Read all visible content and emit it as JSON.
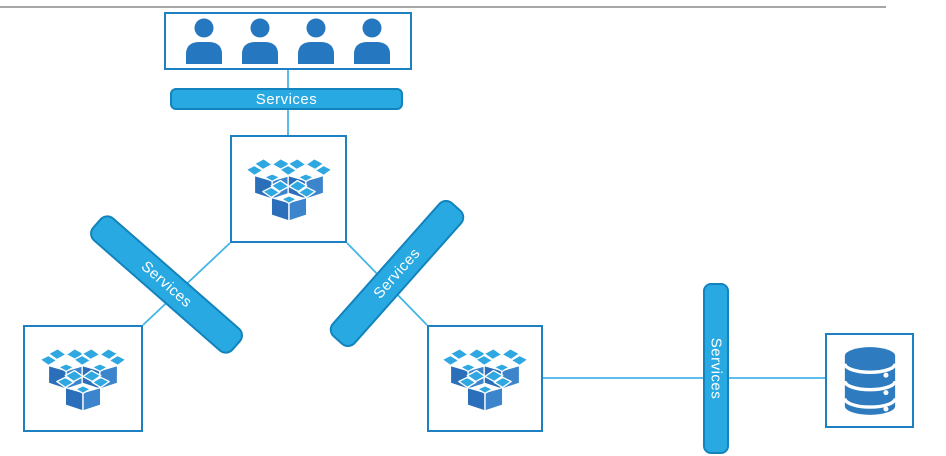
{
  "diagram": {
    "type": "microservices-architecture",
    "nodes": {
      "users": {
        "icon": "user-group-icon",
        "user_count": 4
      },
      "service_center": {
        "icon": "packages-icon"
      },
      "service_left": {
        "icon": "packages-icon"
      },
      "service_right": {
        "icon": "packages-icon"
      },
      "database": {
        "icon": "database-icon"
      }
    },
    "bars": {
      "top": {
        "label": "Services"
      },
      "left": {
        "label": "Services"
      },
      "right": {
        "label": "Services"
      },
      "vertical": {
        "label": "Services"
      }
    }
  },
  "colors": {
    "page_bg": "#ffffff",
    "rule": "#a6a6a6",
    "bar_fill": "#29a9e1",
    "bar_border": "#1283bd",
    "bar_text": "#ffffff",
    "box_border": "#1c80c2",
    "connector": "#45b5e7",
    "person": "#2577bf",
    "package_light": "#2fa7e0",
    "package_dark": "#2b6fba",
    "package_mid": "#3c85cc",
    "database": "#2e7bc0"
  }
}
